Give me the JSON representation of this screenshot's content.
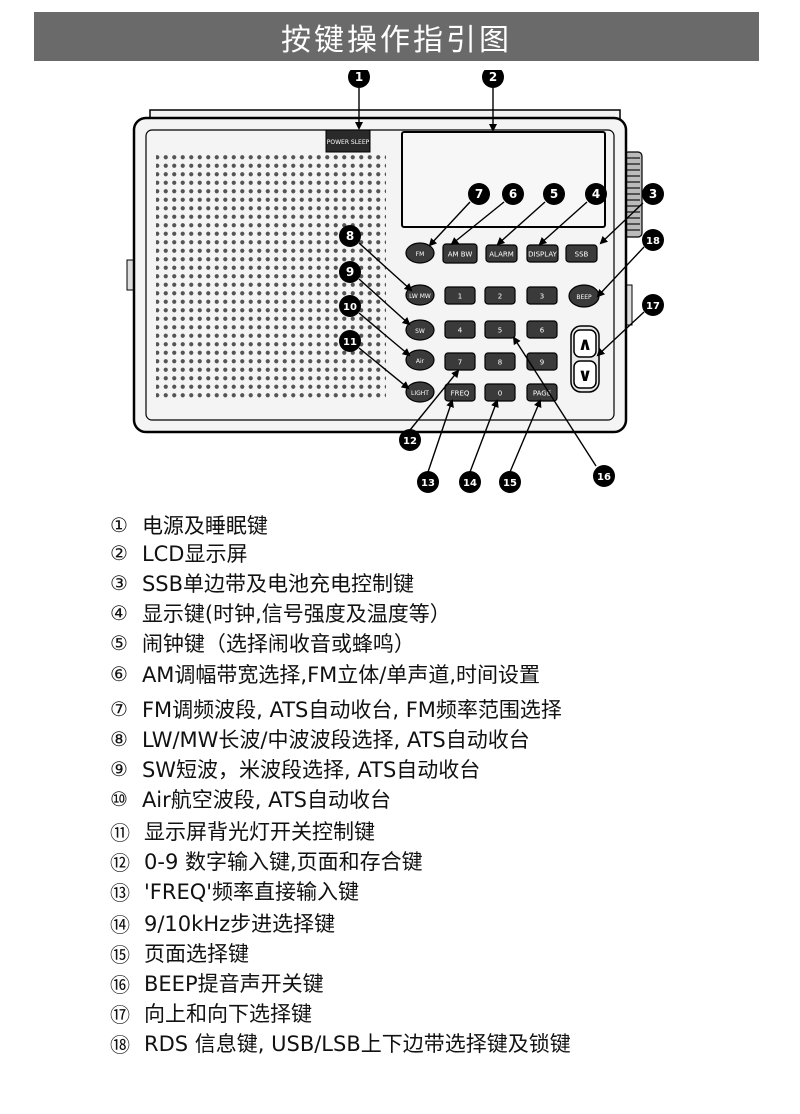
{
  "title": "按键操作指引图",
  "radio": {
    "power_button_text": "POWER SLEEP",
    "buttons": {
      "b7": "FM",
      "b6": "AM BW",
      "b5": "ALARM",
      "b4": "DISPLAY",
      "b3": "SSB",
      "air": "Air",
      "lwmw": "LW MW",
      "sw": "SW",
      "light": "LIGHT",
      "k1": "1",
      "k2": "2",
      "k3": "3",
      "k4": "4",
      "k5": "5",
      "k6": "6",
      "k7": "7",
      "k8": "8",
      "k9": "9",
      "k0": "0",
      "freq": "FREQ",
      "page": "PAGE",
      "beep": "BEEP",
      "up": "∧",
      "down": "∨"
    }
  },
  "callouts": [
    "1",
    "2",
    "3",
    "4",
    "5",
    "6",
    "7",
    "8",
    "9",
    "10",
    "11",
    "12",
    "13",
    "14",
    "15",
    "16",
    "17",
    "18"
  ],
  "legend": [
    {
      "num": "①",
      "text": "电源及睡眠键"
    },
    {
      "num": "②",
      "text": "LCD显示屏"
    },
    {
      "num": "③",
      "text": "SSB单边带及电池充电控制键"
    },
    {
      "num": "④",
      "text": "显示键(时钟,信号强度及温度等）"
    },
    {
      "num": "⑤",
      "text": "闹钟键（选择闹收音或蜂鸣）"
    },
    {
      "num": "⑥",
      "text": "AM调幅带宽选择,FM立体/单声道,时间设置"
    },
    {
      "num": "⑦",
      "text": "FM调频波段, ATS自动收台, FM频率范围选择"
    },
    {
      "num": "⑧",
      "text": "LW/MW长波/中波波段选择, ATS自动收台"
    },
    {
      "num": "⑨",
      "text": "SW短波，米波段选择, ATS自动收台"
    },
    {
      "num": "⑩",
      "text": "Air航空波段, ATS自动收台"
    },
    {
      "num": "⑪",
      "text": "显示屏背光灯开关控制键"
    },
    {
      "num": "⑫",
      "text": "0-9 数字输入键,页面和存合键"
    },
    {
      "num": "⑬",
      "text": "'FREQ'频率直接输入键"
    },
    {
      "num": "⑭",
      "text": "9/10kHz步进选择键"
    },
    {
      "num": "⑮",
      "text": "页面选择键"
    },
    {
      "num": "⑯",
      "text": "BEEP提音声开关键"
    },
    {
      "num": "⑰",
      "text": "向上和向下选择键"
    },
    {
      "num": "⑱",
      "text": "RDS 信息键, USB/LSB上下边带选择键及锁键"
    }
  ]
}
